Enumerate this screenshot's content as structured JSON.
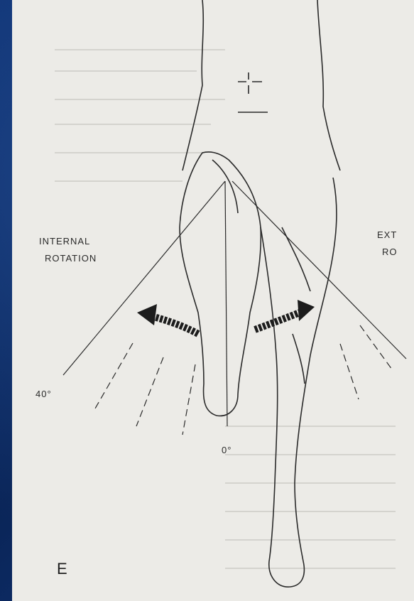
{
  "figure": {
    "panel_letter": "E",
    "internal_label_line1": "INTERNAL",
    "internal_label_line2": "ROTATION",
    "external_label_line1": "EXT",
    "external_label_line2": "RO",
    "angle_left": "40°",
    "angle_center": "0°"
  },
  "colors": {
    "slide_background": "#0b2a5e",
    "paper": "#ecebe7",
    "ink": "#2a2a2a"
  }
}
